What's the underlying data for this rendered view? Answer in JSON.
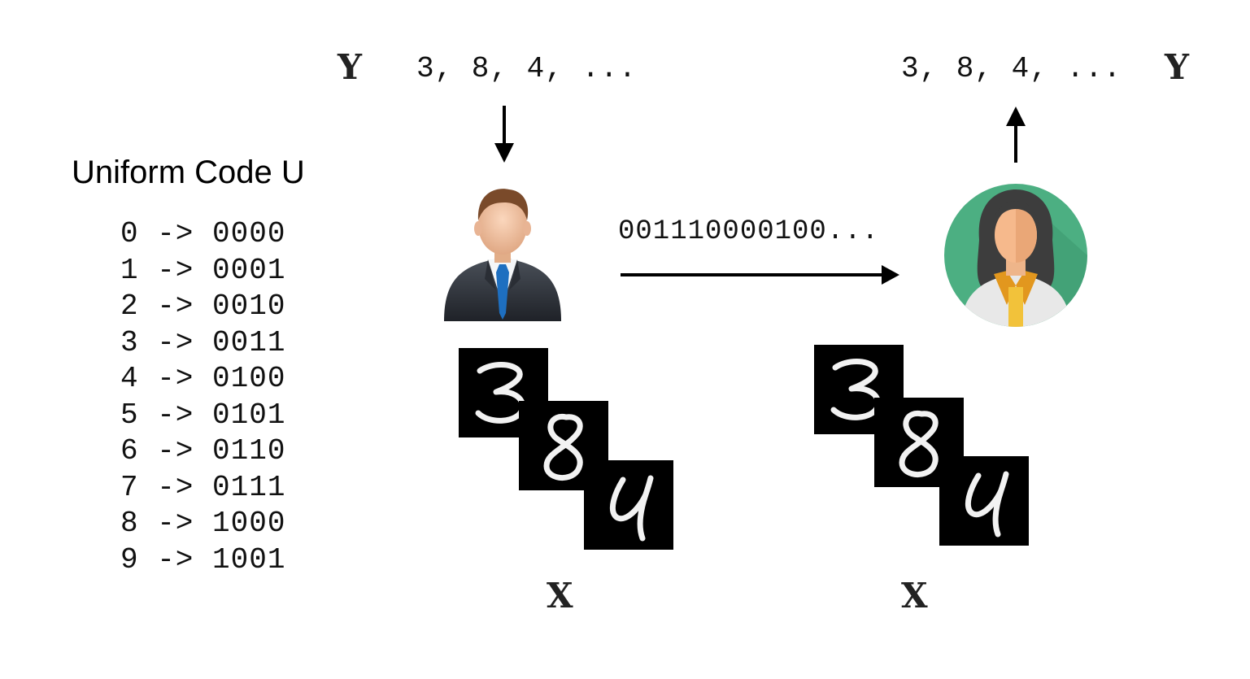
{
  "sender": {
    "label_y": "Y",
    "sequence": "3, 8, 4, ...",
    "label_x": "X",
    "avatar": "businessman-icon"
  },
  "receiver": {
    "label_y": "Y",
    "sequence": "3, 8, 4, ...",
    "label_x": "X",
    "avatar": "woman-icon"
  },
  "channel": {
    "bits": "001110000100..."
  },
  "code": {
    "title": "Uniform Code U",
    "entries": [
      "0 -> 0000",
      "1 -> 0001",
      "2 -> 0010",
      "3 -> 0011",
      "4 -> 0100",
      "5 -> 0101",
      "6 -> 0110",
      "7 -> 0111",
      "8 -> 1000",
      "9 -> 1001"
    ]
  },
  "digit_images": [
    "3",
    "8",
    "4"
  ],
  "colors": {
    "receiver_circle": "#4caf82",
    "suit": "#3a3f47",
    "tie": "#1e6fc0"
  }
}
